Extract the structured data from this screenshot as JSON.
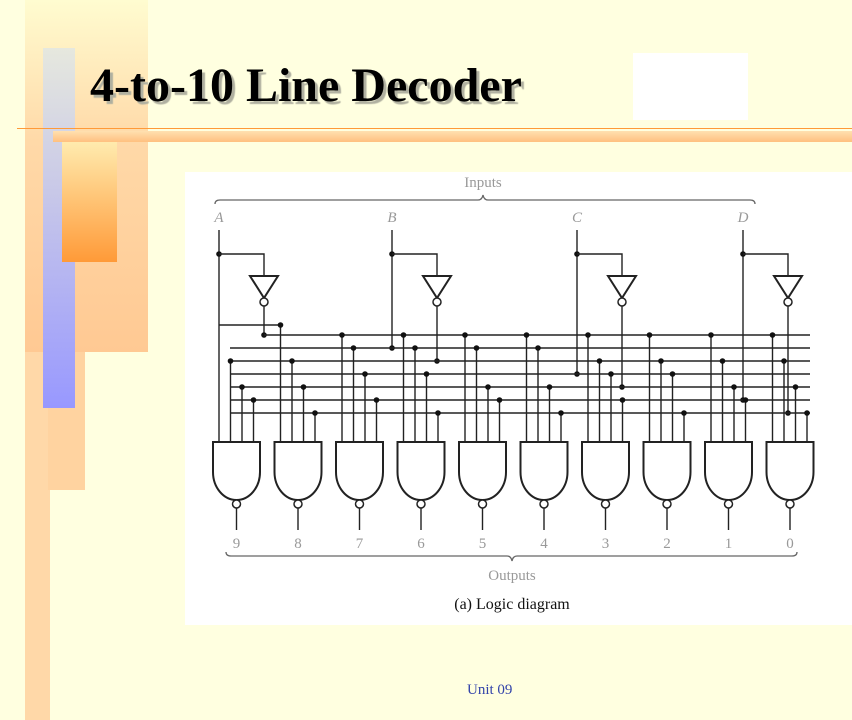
{
  "slide": {
    "title": "4-to-10 Line Decoder",
    "footer": "Unit 09"
  },
  "diagram": {
    "inputs_label": "Inputs",
    "input_names": [
      "A",
      "B",
      "C",
      "D"
    ],
    "outputs_label": "Outputs",
    "output_names": [
      "9",
      "8",
      "7",
      "6",
      "5",
      "4",
      "3",
      "2",
      "1",
      "0"
    ],
    "caption": "(a) Logic diagram",
    "gate_type": "NAND",
    "gate_count": 10,
    "inverter_count": 4
  },
  "colors": {
    "accent_orange": "#ff9a38",
    "accent_blue": "#9898ff",
    "background": "#ffffe0",
    "footer_text": "#3344aa"
  }
}
